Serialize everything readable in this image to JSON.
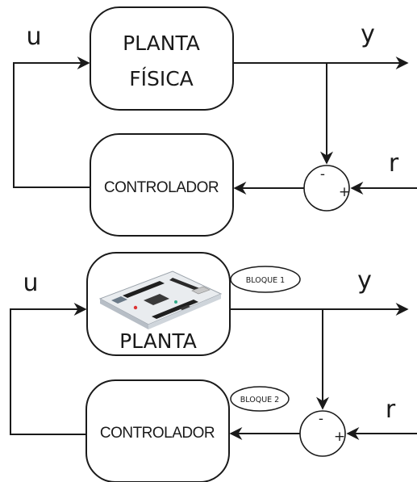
{
  "diagram_top": {
    "plant_line1": "PLANTA",
    "plant_line2": "FÍSICA",
    "controller": "CONTROLADOR",
    "input_signal": "u",
    "output_signal": "y",
    "reference_signal": "r",
    "minus_sign": "-",
    "plus_sign": "+"
  },
  "diagram_bottom": {
    "plant_label": "PLANTA",
    "controller": "CONTROLADOR",
    "block1_badge": "BLOQUE 1",
    "block2_badge": "BLOQUE 2",
    "input_signal": "u",
    "output_signal": "y",
    "reference_signal": "r",
    "minus_sign": "-",
    "plus_sign": "+",
    "board_image": "microcontroller-board-photo"
  }
}
